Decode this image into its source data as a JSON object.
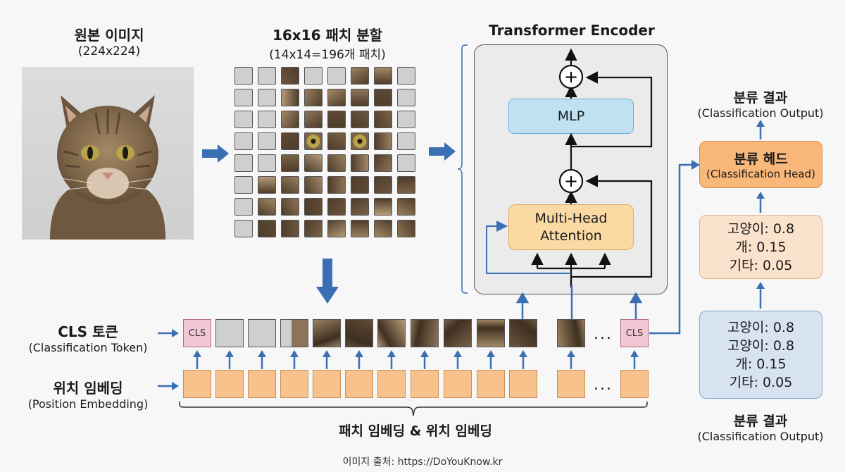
{
  "original": {
    "title": "원본 이미지",
    "size": "(224x224)"
  },
  "patches": {
    "title": "16x16 패치 분할",
    "detail": "(14x14=196개 패치)"
  },
  "encoder": {
    "title": "Transformer Encoder",
    "mlp": "MLP",
    "mha_line1": "Multi-Head",
    "mha_line2": "Attention",
    "add_symbol": "+"
  },
  "cls": {
    "title": "CLS 토큰",
    "subtitle": "(Classification Token)",
    "token_label": "CLS"
  },
  "position": {
    "title": "위치 임베딩",
    "subtitle": "(Position Embedding)"
  },
  "embedding_caption": "패치 임베딩 & 위치 임베딩",
  "ellipsis": "...",
  "head": {
    "title": "분류 헤드",
    "subtitle": "(Classification Head)"
  },
  "output_top": {
    "title": "분류 결과",
    "subtitle": "(Classification Output)"
  },
  "output_bottom": {
    "title": "분류 결과",
    "subtitle": "(Classification Output)"
  },
  "probs": [
    "고양이: 0.8",
    "개: 0.15",
    "기타: 0.05"
  ],
  "probs2": [
    "고양이: 0.8",
    "고양이: 0.8",
    "개: 0.15",
    "기타: 0.05"
  ],
  "source": "이미지 출처: https://DoYouKnow.kr",
  "colors": {
    "arrow_blue": "#3b6fb3",
    "cls_pink": "#f3c6d3",
    "pos_orange": "#f7c28c",
    "mlp_blue": "#bfe1f2",
    "mha_orange": "#fbd9a3"
  }
}
